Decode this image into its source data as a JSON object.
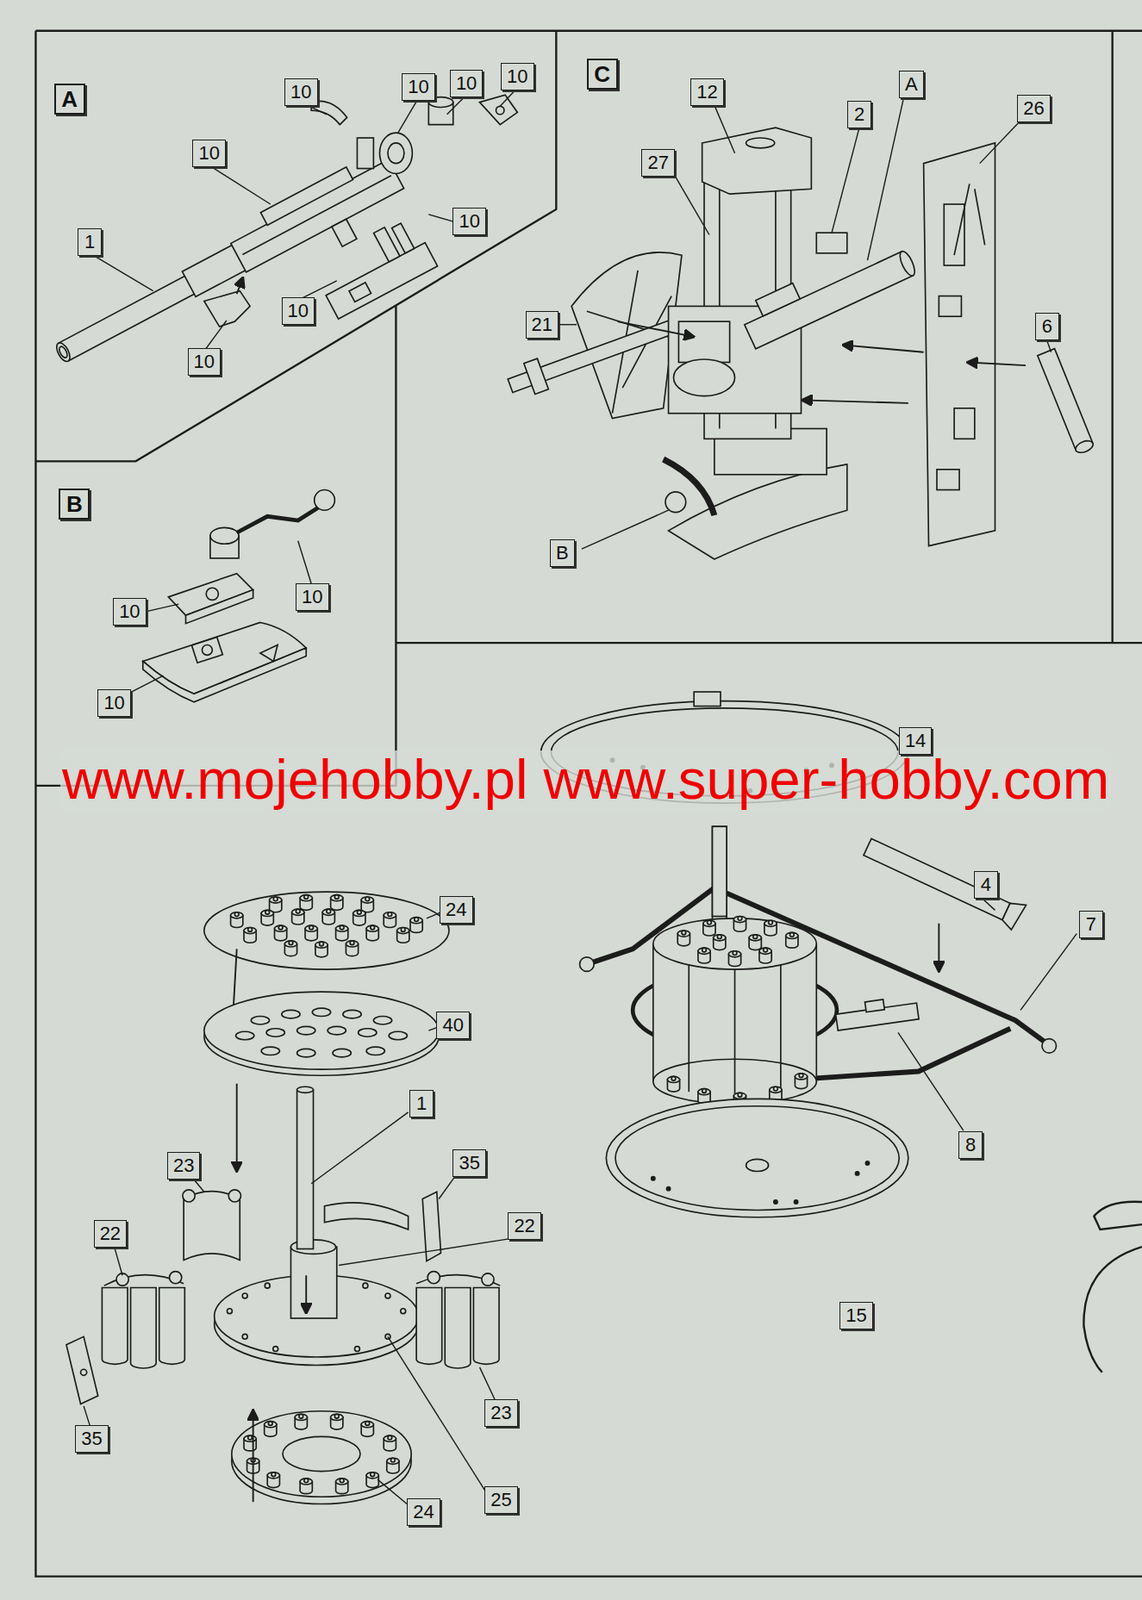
{
  "diagram": {
    "nodes": [
      {
        "text": [
          "A"
        ]
      },
      {
        "text": [
          "C"
        ]
      },
      {
        "text": [
          "B"
        ]
      }
    ],
    "labels": [
      "10",
      "10",
      "10",
      "10",
      "10",
      "1",
      "10",
      "10",
      "10",
      "12",
      "2",
      "A",
      "26",
      "27",
      "21",
      "6",
      "B",
      "10",
      "10",
      "10",
      "www.mojehobby.pl www.super-hobby.com",
      "14",
      "4",
      "24",
      "7",
      "40",
      "1",
      "8",
      "35",
      "23",
      "22",
      "22",
      "15",
      "23",
      "35",
      "25",
      "24"
    ]
  }
}
